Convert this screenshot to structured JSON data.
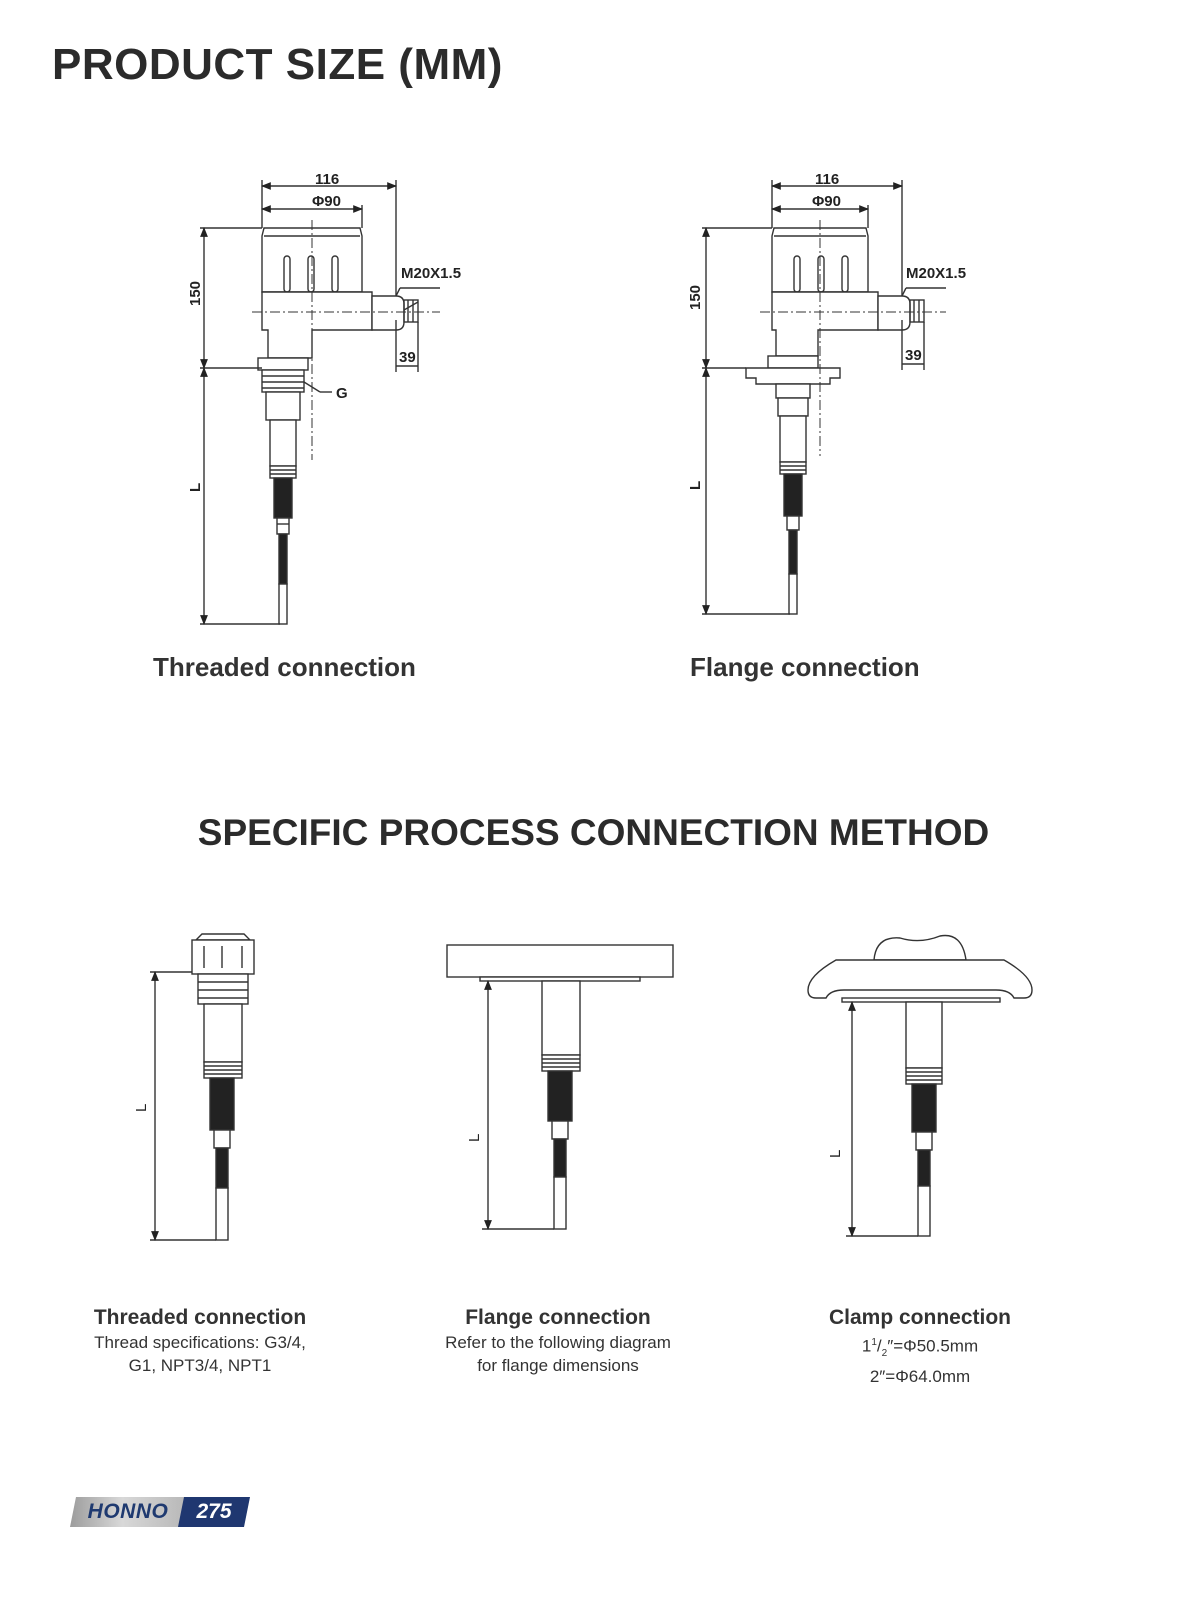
{
  "title": "PRODUCT SIZE (MM)",
  "section2_title": "SPECIFIC PROCESS CONNECTION METHOD",
  "diagram1": {
    "caption": "Threaded connection",
    "dim_width": "116",
    "dim_diameter": "Φ90",
    "dim_thread": "M20X1.5",
    "dim_height": "150",
    "dim_side": "39",
    "dim_length": "L",
    "dim_g": "G"
  },
  "diagram2": {
    "caption": "Flange connection",
    "dim_width": "116",
    "dim_diameter": "Φ90",
    "dim_thread": "M20X1.5",
    "dim_height": "150",
    "dim_side": "39",
    "dim_length": "L"
  },
  "methods": [
    {
      "title": "Threaded connection",
      "line1": "Thread specifications: G3/4,",
      "line2": "G1, NPT3/4, NPT1",
      "dim_length": "L"
    },
    {
      "title": "Flange connection",
      "line1": "Refer to the following diagram",
      "line2": "for flange dimensions",
      "dim_length": "L"
    },
    {
      "title": "Clamp connection",
      "line1_whole": "1",
      "line1_num": "1",
      "line1_slash": "/",
      "line1_den": "2",
      "line1_rest": "″=Φ50.5mm",
      "line2": "2″=Φ64.0mm",
      "dim_length": "L"
    }
  ],
  "footer": {
    "brand": "HONNO",
    "page": "275"
  }
}
